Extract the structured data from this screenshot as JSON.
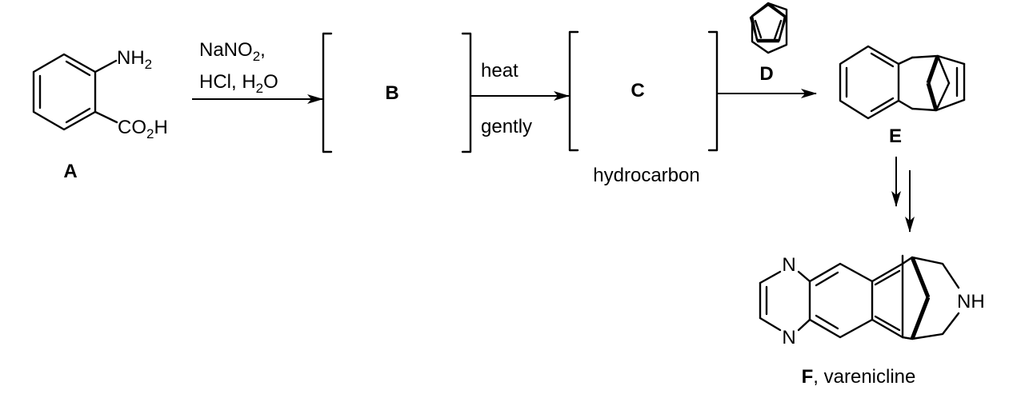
{
  "compounds": {
    "A": {
      "label": "A",
      "nh2": "NH",
      "nh2_sub": "2",
      "co2h_a": "CO",
      "co2h_sub": "2",
      "co2h_b": "H"
    },
    "B": {
      "label": "B"
    },
    "C": {
      "label": "C",
      "note": "hydrocarbon"
    },
    "D": {
      "label": "D"
    },
    "E": {
      "label": "E"
    },
    "F": {
      "label": "F",
      "name": ", varenicline",
      "n_top": "N",
      "n_bottom": "N",
      "nh": "NH"
    }
  },
  "conditions": {
    "step1_line1": "NaNO",
    "step1_line1_sub": "2",
    "step1_line1_end": ",",
    "step1_line2_a": "HCl, H",
    "step1_line2_sub": "2",
    "step1_line2_b": "O",
    "step2_above": "heat",
    "step2_below": "gently"
  }
}
